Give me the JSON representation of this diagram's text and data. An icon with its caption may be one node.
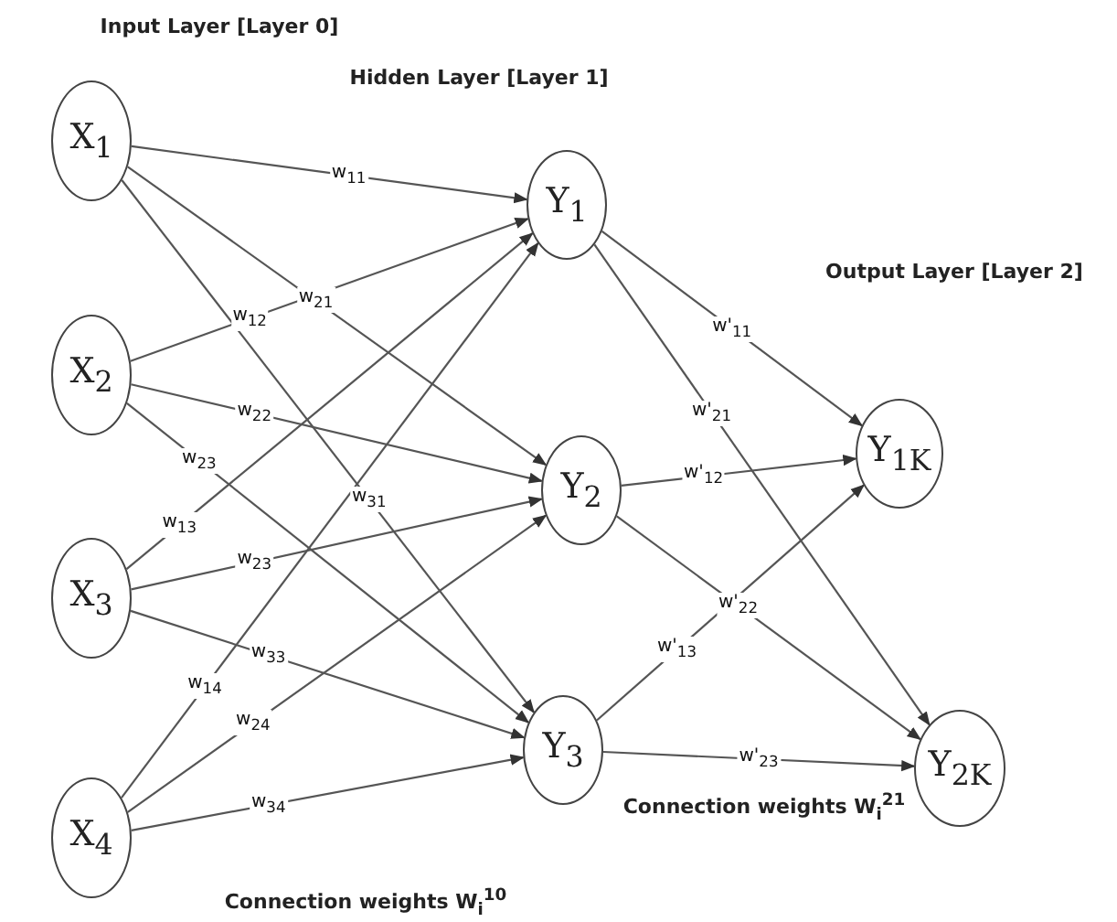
{
  "diagram": {
    "nodes": [
      {
        "text": [
          "X$_{1}$"
        ]
      },
      {
        "text": [
          "X$_{2}$"
        ]
      },
      {
        "text": [
          "X$_{3}$"
        ]
      },
      {
        "text": [
          "X$_{4}$"
        ]
      },
      {
        "text": [
          "Y$_{1}$"
        ]
      },
      {
        "text": [
          "Y$_{2}$"
        ]
      },
      {
        "text": [
          "Y$_{3}$"
        ]
      },
      {
        "text": [
          "Y$_{1K}$"
        ]
      },
      {
        "text": [
          "Y$_{2K}$"
        ]
      }
    ],
    "edges": [
      {
        "from": 0,
        "to": 4,
        "arrow": "to",
        "label": "w$_{11}$"
      },
      {
        "from": 0,
        "to": 5,
        "arrow": "to",
        "label": "w$_{21}$"
      },
      {
        "from": 0,
        "to": 6,
        "arrow": "to",
        "label": "w$_{31}$"
      },
      {
        "from": 1,
        "to": 4,
        "arrow": "to",
        "label": "w$_{12}$"
      },
      {
        "from": 1,
        "to": 5,
        "arrow": "to",
        "label": "w$_{22}$"
      },
      {
        "from": 1,
        "to": 6,
        "arrow": "to",
        "label": "w$_{23}$"
      },
      {
        "from": 2,
        "to": 4,
        "arrow": "to",
        "label": "w$_{13}$"
      },
      {
        "from": 2,
        "to": 5,
        "arrow": "to",
        "label": "w$_{23}$"
      },
      {
        "from": 2,
        "to": 6,
        "arrow": "to",
        "label": "w$_{33}$"
      },
      {
        "from": 3,
        "to": 4,
        "arrow": "to",
        "label": "w$_{14}$"
      },
      {
        "from": 3,
        "to": 5,
        "arrow": "to",
        "label": "w$_{24}$"
      },
      {
        "from": 3,
        "to": 6,
        "arrow": "to",
        "label": "w$_{34}$"
      },
      {
        "from": 4,
        "to": 7,
        "arrow": "to",
        "label": "w'$_{11}$"
      },
      {
        "from": 4,
        "to": 8,
        "arrow": "to",
        "label": "w'$_{21}$"
      },
      {
        "from": 5,
        "to": 7,
        "arrow": "to",
        "label": "w'$_{12}$"
      },
      {
        "from": 5,
        "to": 8,
        "arrow": "to",
        "label": "w'$_{22}$"
      },
      {
        "from": 6,
        "to": 7,
        "arrow": "to",
        "label": "w'$_{13}$"
      },
      {
        "from": 6,
        "to": 8,
        "arrow": "to",
        "label": "w'$_{23}$"
      }
    ],
    "labels": [
      "Input Layer [Layer 0]",
      "Hidden Layer [Layer 1]",
      "Output Layer [Layer 2]",
      "Connection weights W$_{i}$$^{21}$",
      "Connection weights W$_{i}$$^{10}$"
    ]
  }
}
